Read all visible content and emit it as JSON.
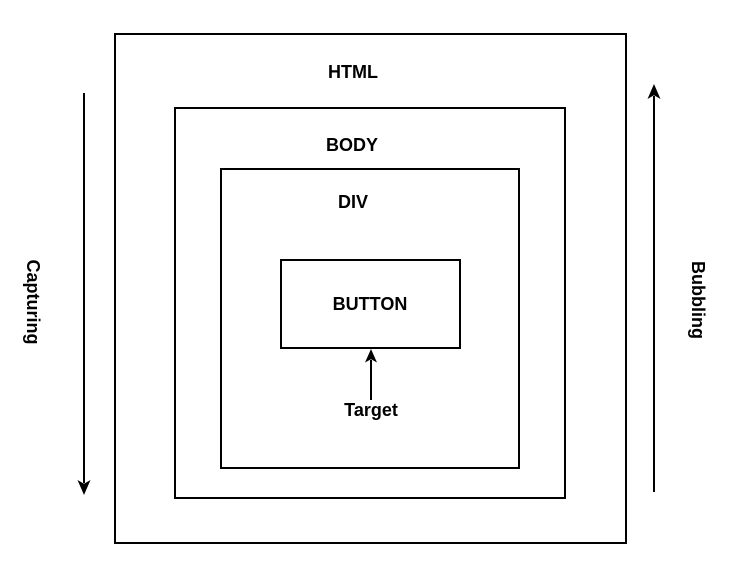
{
  "diagram": {
    "title_context": "DOM event propagation phases",
    "boxes": {
      "html": "HTML",
      "body": "BODY",
      "div": "DIV",
      "button": "BUTTON"
    },
    "labels": {
      "target": "Target",
      "capturing": "Capturing",
      "bubbling": "Bubbling"
    },
    "colors": {
      "line": "#000000",
      "background": "#ffffff",
      "text": "#000000"
    }
  }
}
